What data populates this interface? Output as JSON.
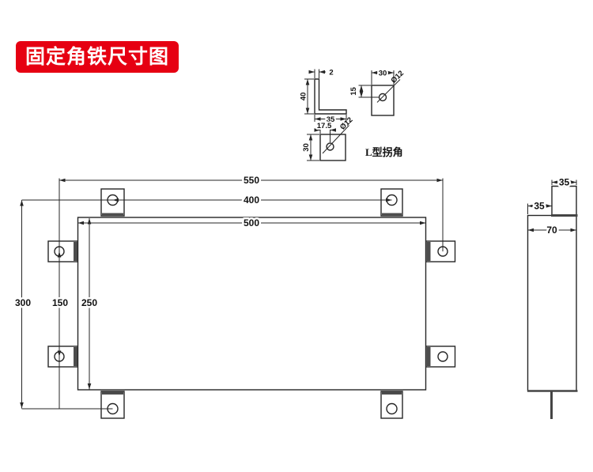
{
  "banner": {
    "label": "固定角铁尺寸图",
    "bg_color": "#e60012",
    "text_color": "#ffffff"
  },
  "detail_view": {
    "caption": "L型拐角",
    "dims": {
      "thickness": "2",
      "leg_height": "40",
      "leg_width": "35",
      "face_width": "30",
      "hole_offset_top": "15",
      "hole_diameter_face": "Ø12",
      "hole_offset_left": "17.5",
      "face_height": "30",
      "hole_diameter_base": "Ø12"
    }
  },
  "front_view": {
    "dims": {
      "hole_span_width": "550",
      "top_hole_spacing": "400",
      "plate_width": "500",
      "hole_span_height": "300",
      "side_hole_spacing": "150",
      "plate_height": "250"
    }
  },
  "side_view": {
    "dims": {
      "top_flange_width": "35",
      "left_step_width": "35",
      "depth": "70"
    }
  },
  "drawing": {
    "line_color": "#262626",
    "shade_color": "#4d4d4d",
    "background": "#ffffff"
  }
}
